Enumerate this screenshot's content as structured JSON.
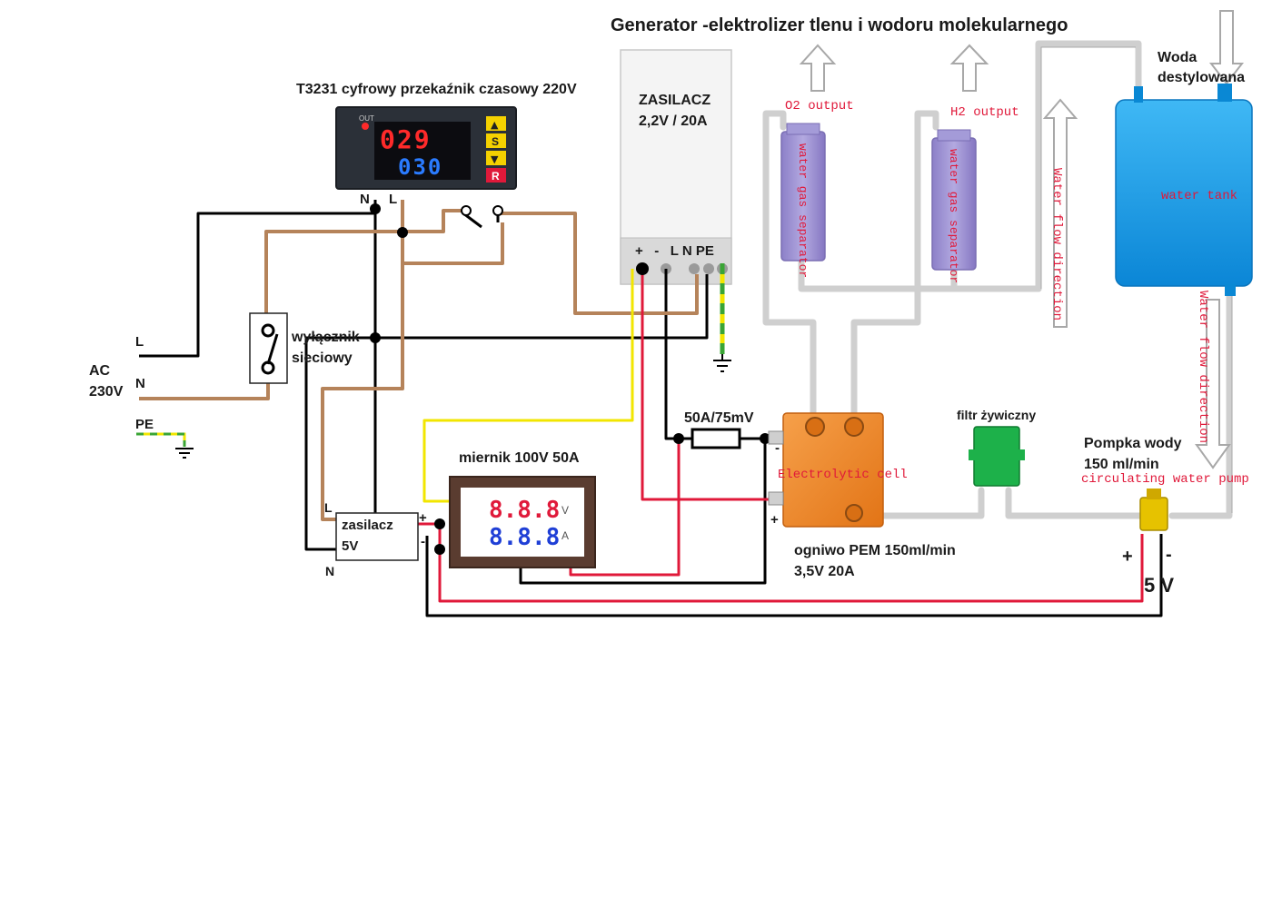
{
  "title": "Generator -elektrolizer tlenu i  wodoru molekularnego",
  "timer": {
    "title": "T3231 cyfrowy przekaźnik czasowy 220V",
    "out_label": "OUT",
    "display_top": "029",
    "display_bottom": "030",
    "btn_up": "▲",
    "btn_s": "S",
    "btn_down": "▼",
    "btn_r": "R",
    "term_n": "N",
    "term_l": "L"
  },
  "psu_main": {
    "line1": "ZASILACZ",
    "line2": "2,2V / 20A",
    "terminals": "+   -   L N PE"
  },
  "mains": {
    "ac": "AC",
    "voltage": "230V",
    "l": "L",
    "n": "N",
    "pe": "PE",
    "switch_line1": "wyłącznik",
    "switch_line2": "sieciowy"
  },
  "psu_5v": {
    "line1": "zasilacz",
    "line2": "5V",
    "l": "L",
    "n": "N",
    "plus": "+",
    "minus": "-"
  },
  "meter": {
    "label": "miernik  100V  50A",
    "v_display": "8.8.8",
    "a_display": "8.8.8",
    "v_unit": "V",
    "a_unit": "A"
  },
  "shunt": {
    "label": "50A/75mV"
  },
  "separators": {
    "o2_output": "O2 output",
    "h2_output": "H2 output",
    "label": "water gas separator"
  },
  "water_flow_label": "Water flow direction",
  "tank": {
    "label_line1": "Woda",
    "label_line2": "destylowana",
    "inner": "water tank"
  },
  "cell": {
    "inner": "Electrolytic cell",
    "caption_line1": "ogniwo PEM 150ml/min",
    "caption_line2": "3,5V 20A",
    "minus": "-",
    "plus": "+"
  },
  "filter": {
    "label": "filtr żywiczny"
  },
  "pump": {
    "line1": "Pompka wody",
    "line2": "150 ml/min",
    "line3": "circulating water pump",
    "plus": "+",
    "minus": "-",
    "voltage": "5 V"
  },
  "colors": {
    "wire_black": "#000000",
    "wire_brown": "#b5835a",
    "wire_red": "#e0193a",
    "wire_yellow": "#f2e600",
    "earth_green": "#3aa535",
    "tank_blue": "#1aa0e8",
    "separator": "#9b8fd0",
    "cell_orange": "#f08a24",
    "filter_green": "#1db14a",
    "pump_yellow": "#e6c200"
  }
}
